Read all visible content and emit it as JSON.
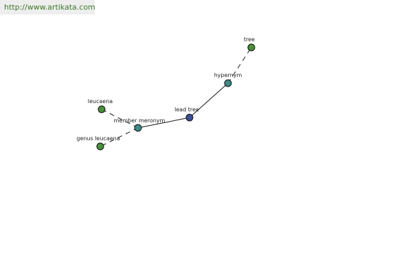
{
  "watermark": {
    "text": "http://www.artikata.com"
  },
  "colors": {
    "watermark_bg": "#eeeeee",
    "watermark_text": "#3b7a2a",
    "word_node": "#4a8f3a",
    "relation_node": "#3e8a86",
    "center_node": "#3a4f96",
    "edge": "#111111"
  },
  "graph": {
    "nodes": [
      {
        "id": "tree",
        "label": "tree",
        "kind": "word"
      },
      {
        "id": "hypernym",
        "label": "hypernym",
        "kind": "relation"
      },
      {
        "id": "lead_tree",
        "label": "lead tree",
        "kind": "center"
      },
      {
        "id": "member_meronym",
        "label": "member meronym",
        "kind": "relation"
      },
      {
        "id": "leucaena",
        "label": "leucaena",
        "kind": "word"
      },
      {
        "id": "genus_leucaena",
        "label": "genus leucaena",
        "kind": "word"
      }
    ],
    "edges": [
      {
        "from": "lead_tree",
        "to": "hypernym",
        "style": "solid"
      },
      {
        "from": "hypernym",
        "to": "tree",
        "style": "dashed"
      },
      {
        "from": "lead_tree",
        "to": "member_meronym",
        "style": "solid"
      },
      {
        "from": "member_meronym",
        "to": "leucaena",
        "style": "dashed"
      },
      {
        "from": "member_meronym",
        "to": "genus_leucaena",
        "style": "dashed"
      }
    ]
  }
}
